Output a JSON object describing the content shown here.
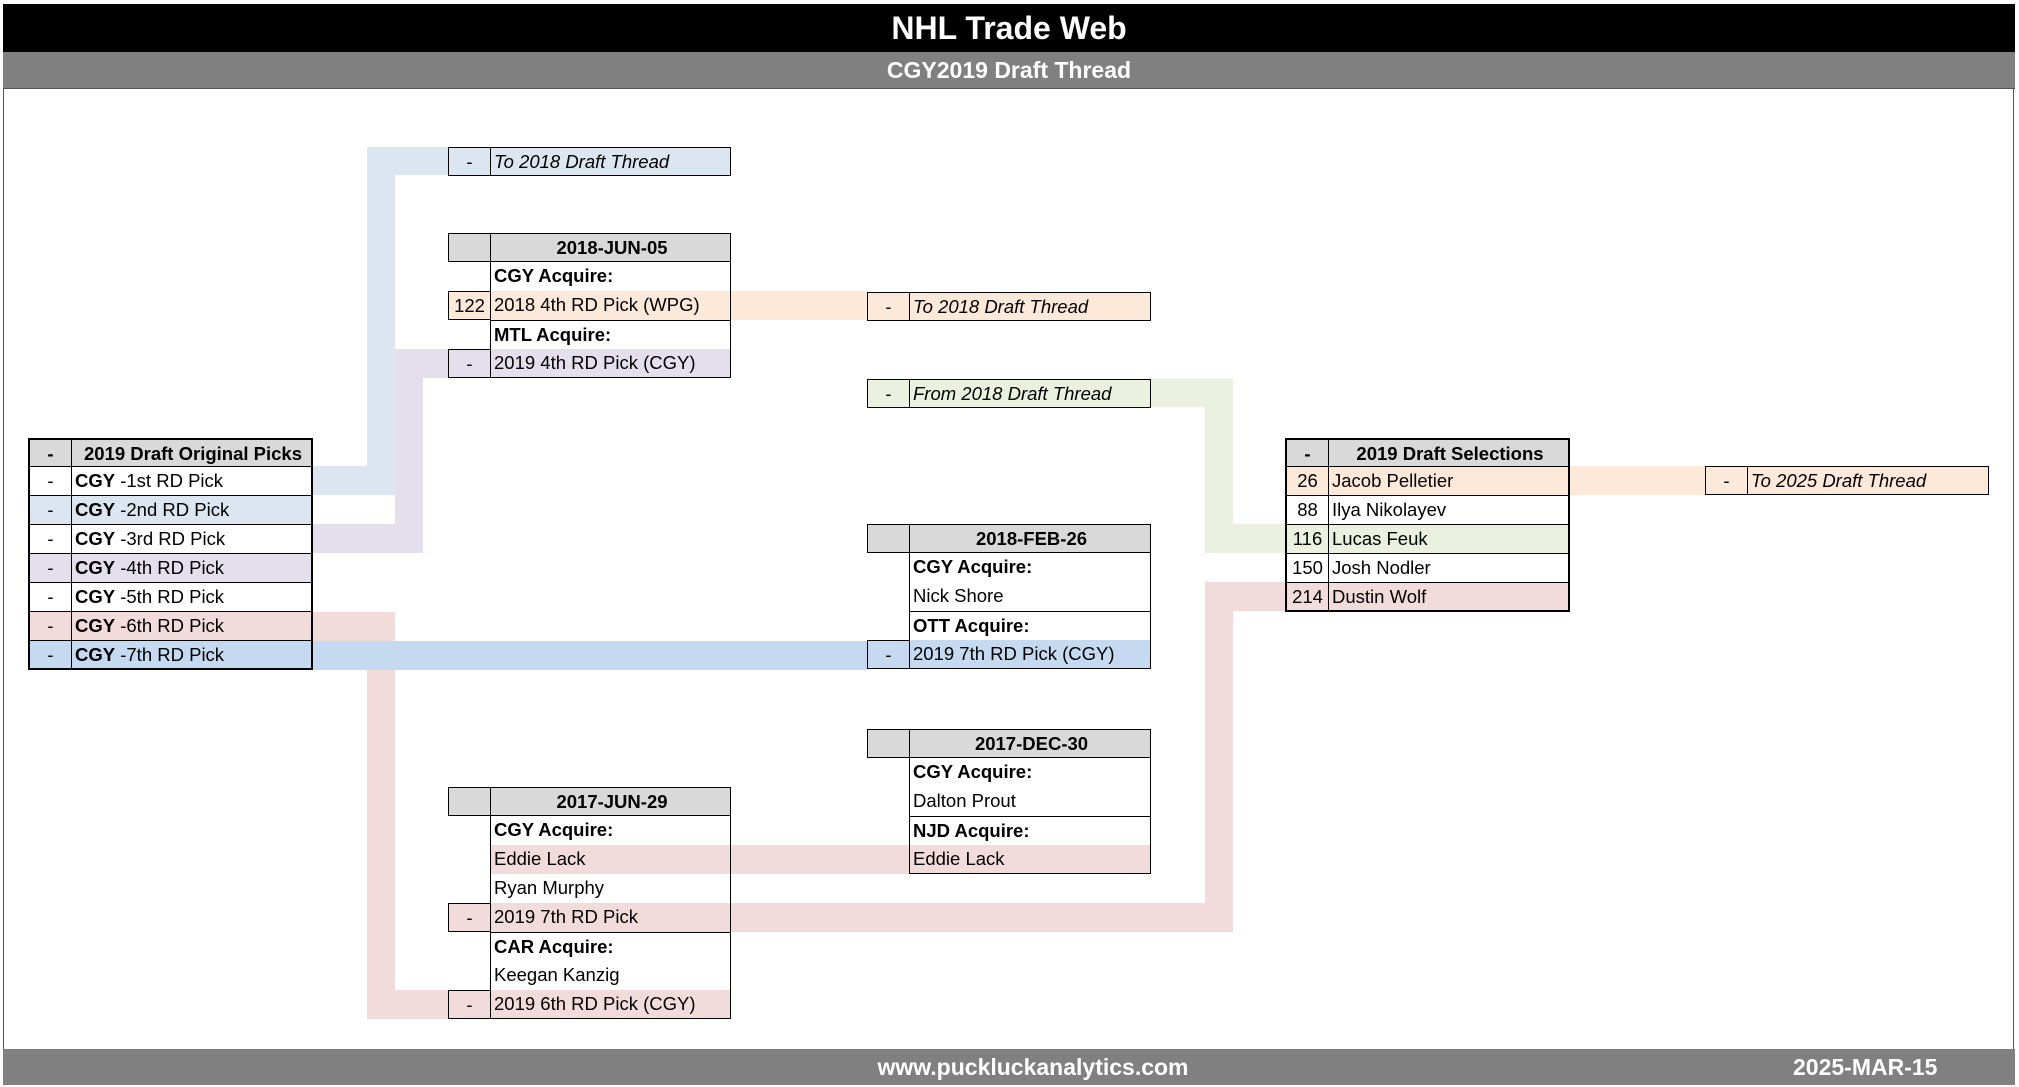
{
  "header": {
    "title": "NHL Trade Web",
    "subtitle": "CGY2019 Draft Thread"
  },
  "footer": {
    "website": "www.puckluckanalytics.com",
    "date": "2025-MAR-15"
  },
  "colors": {
    "blue_light": "#dce6f1",
    "purple": "#e4dfec",
    "orange": "#fde9d9",
    "green": "#ebf1de",
    "pink": "#f2dcdb",
    "blue": "#c5d9f1",
    "header_gray": "#d9d9d9"
  },
  "tables": {
    "original_picks": {
      "rows": [
        {
          "num": "-",
          "text": "2019 Draft Original Picks",
          "type": "header"
        },
        {
          "num": "-",
          "team": "CGY",
          "text": " -1st RD Pick",
          "fill": null
        },
        {
          "num": "-",
          "team": "CGY",
          "text": " -2nd RD Pick",
          "fill": "blue_light"
        },
        {
          "num": "-",
          "team": "CGY",
          "text": " -3rd RD Pick",
          "fill": null
        },
        {
          "num": "-",
          "team": "CGY",
          "text": " -4th RD Pick",
          "fill": "purple"
        },
        {
          "num": "-",
          "team": "CGY",
          "text": " -5th RD Pick",
          "fill": null
        },
        {
          "num": "-",
          "team": "CGY",
          "text": " -6th RD Pick",
          "fill": "pink"
        },
        {
          "num": "-",
          "team": "CGY",
          "text": " -7th RD Pick",
          "fill": "blue"
        }
      ]
    },
    "to_2018_thread_a": {
      "rows": [
        {
          "num": "-",
          "text": "To 2018 Draft Thread",
          "type": "thread",
          "fill": "blue_light"
        }
      ]
    },
    "trade_2018_jun_05": {
      "rows": [
        {
          "num": "",
          "text": "2018-JUN-05",
          "type": "header"
        },
        {
          "num": null,
          "text": "CGY Acquire:",
          "type": "group"
        },
        {
          "num": "122",
          "text": "2018 4th RD Pick (WPG)",
          "fill": "orange"
        },
        {
          "num": null,
          "text": "MTL Acquire:",
          "type": "group"
        },
        {
          "num": "-",
          "text": "2019 4th RD Pick (CGY)",
          "fill": "purple"
        }
      ]
    },
    "to_2018_thread_b": {
      "rows": [
        {
          "num": "-",
          "text": "To 2018 Draft Thread",
          "type": "thread",
          "fill": "orange"
        }
      ]
    },
    "from_2018_thread": {
      "rows": [
        {
          "num": "-",
          "text": "From 2018 Draft Thread",
          "type": "thread",
          "fill": "green"
        }
      ]
    },
    "trade_2018_feb_26": {
      "rows": [
        {
          "num": "",
          "text": "2018-FEB-26",
          "type": "header"
        },
        {
          "num": null,
          "text": "CGY Acquire:",
          "type": "group"
        },
        {
          "num": null,
          "text": "Nick Shore",
          "fill": null
        },
        {
          "num": null,
          "text": "OTT Acquire:",
          "type": "group"
        },
        {
          "num": "-",
          "text": "2019 7th RD Pick (CGY)",
          "fill": "blue"
        }
      ]
    },
    "trade_2017_dec_30": {
      "rows": [
        {
          "num": "",
          "text": "2017-DEC-30",
          "type": "header"
        },
        {
          "num": null,
          "text": "CGY Acquire:",
          "type": "group"
        },
        {
          "num": null,
          "text": "Dalton Prout",
          "fill": null
        },
        {
          "num": null,
          "text": "NJD Acquire:",
          "type": "group"
        },
        {
          "num": null,
          "text": "Eddie Lack",
          "fill": "pink"
        }
      ]
    },
    "trade_2017_jun_29": {
      "rows": [
        {
          "num": "",
          "text": "2017-JUN-29",
          "type": "header"
        },
        {
          "num": null,
          "text": "CGY Acquire:",
          "type": "group"
        },
        {
          "num": null,
          "text": "Eddie Lack",
          "fill": "pink"
        },
        {
          "num": null,
          "text": "Ryan Murphy",
          "fill": null
        },
        {
          "num": "-",
          "text": "2019 7th RD Pick",
          "fill": "pink"
        },
        {
          "num": null,
          "text": "CAR Acquire:",
          "type": "group"
        },
        {
          "num": null,
          "text": "Keegan Kanzig",
          "fill": null
        },
        {
          "num": "-",
          "text": "2019 6th RD Pick (CGY)",
          "fill": "pink"
        }
      ]
    },
    "draft_selections": {
      "rows": [
        {
          "num": "-",
          "text": "2019 Draft Selections",
          "type": "header"
        },
        {
          "num": "26",
          "text": "Jacob Pelletier",
          "fill": "orange"
        },
        {
          "num": "88",
          "text": "Ilya Nikolayev",
          "fill": null
        },
        {
          "num": "116",
          "text": "Lucas Feuk",
          "fill": "green"
        },
        {
          "num": "150",
          "text": "Josh Nodler",
          "fill": null
        },
        {
          "num": "214",
          "text": "Dustin Wolf",
          "fill": "pink"
        }
      ]
    },
    "to_2025_thread": {
      "rows": [
        {
          "num": "-",
          "text": "To 2025 Draft Thread",
          "type": "thread",
          "fill": "orange"
        }
      ]
    }
  }
}
